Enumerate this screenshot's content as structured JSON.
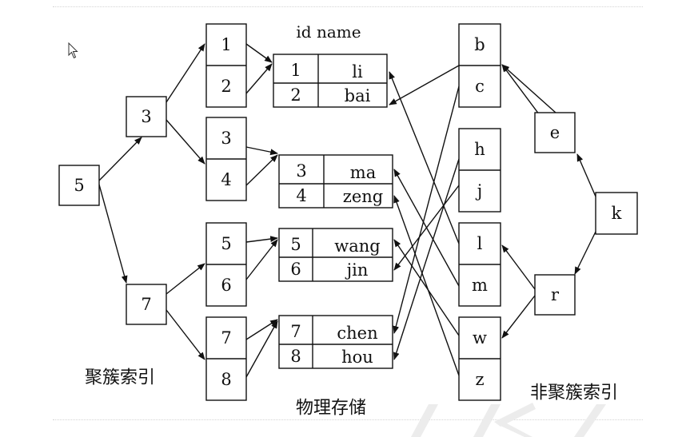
{
  "labels": {
    "clustered_index": "聚簇索引",
    "physical_storage": "物理存储",
    "nonclustered_index": "非聚簇索引",
    "table_header": "id name"
  },
  "clustered_tree": {
    "root": "5",
    "level1": [
      "3",
      "7"
    ],
    "leaves": [
      [
        "1",
        "2"
      ],
      [
        "3",
        "4"
      ],
      [
        "5",
        "6"
      ],
      [
        "7",
        "8"
      ]
    ]
  },
  "table_pages": [
    [
      {
        "id": "1",
        "name": "li"
      },
      {
        "id": "2",
        "name": "bai"
      }
    ],
    [
      {
        "id": "3",
        "name": "ma"
      },
      {
        "id": "4",
        "name": "zeng"
      }
    ],
    [
      {
        "id": "5",
        "name": "wang"
      },
      {
        "id": "6",
        "name": "jin"
      }
    ],
    [
      {
        "id": "7",
        "name": "chen"
      },
      {
        "id": "8",
        "name": "hou"
      }
    ]
  ],
  "nonclustered_tree": {
    "root": "k",
    "level1": [
      "e",
      "r"
    ],
    "leaves": [
      [
        "b",
        "c"
      ],
      [
        "h",
        "j"
      ],
      [
        "l",
        "m"
      ],
      [
        "w",
        "z"
      ]
    ]
  },
  "colors": {
    "line": "#111111",
    "frame": "#d4d4d4",
    "watermark": "#ececec"
  }
}
